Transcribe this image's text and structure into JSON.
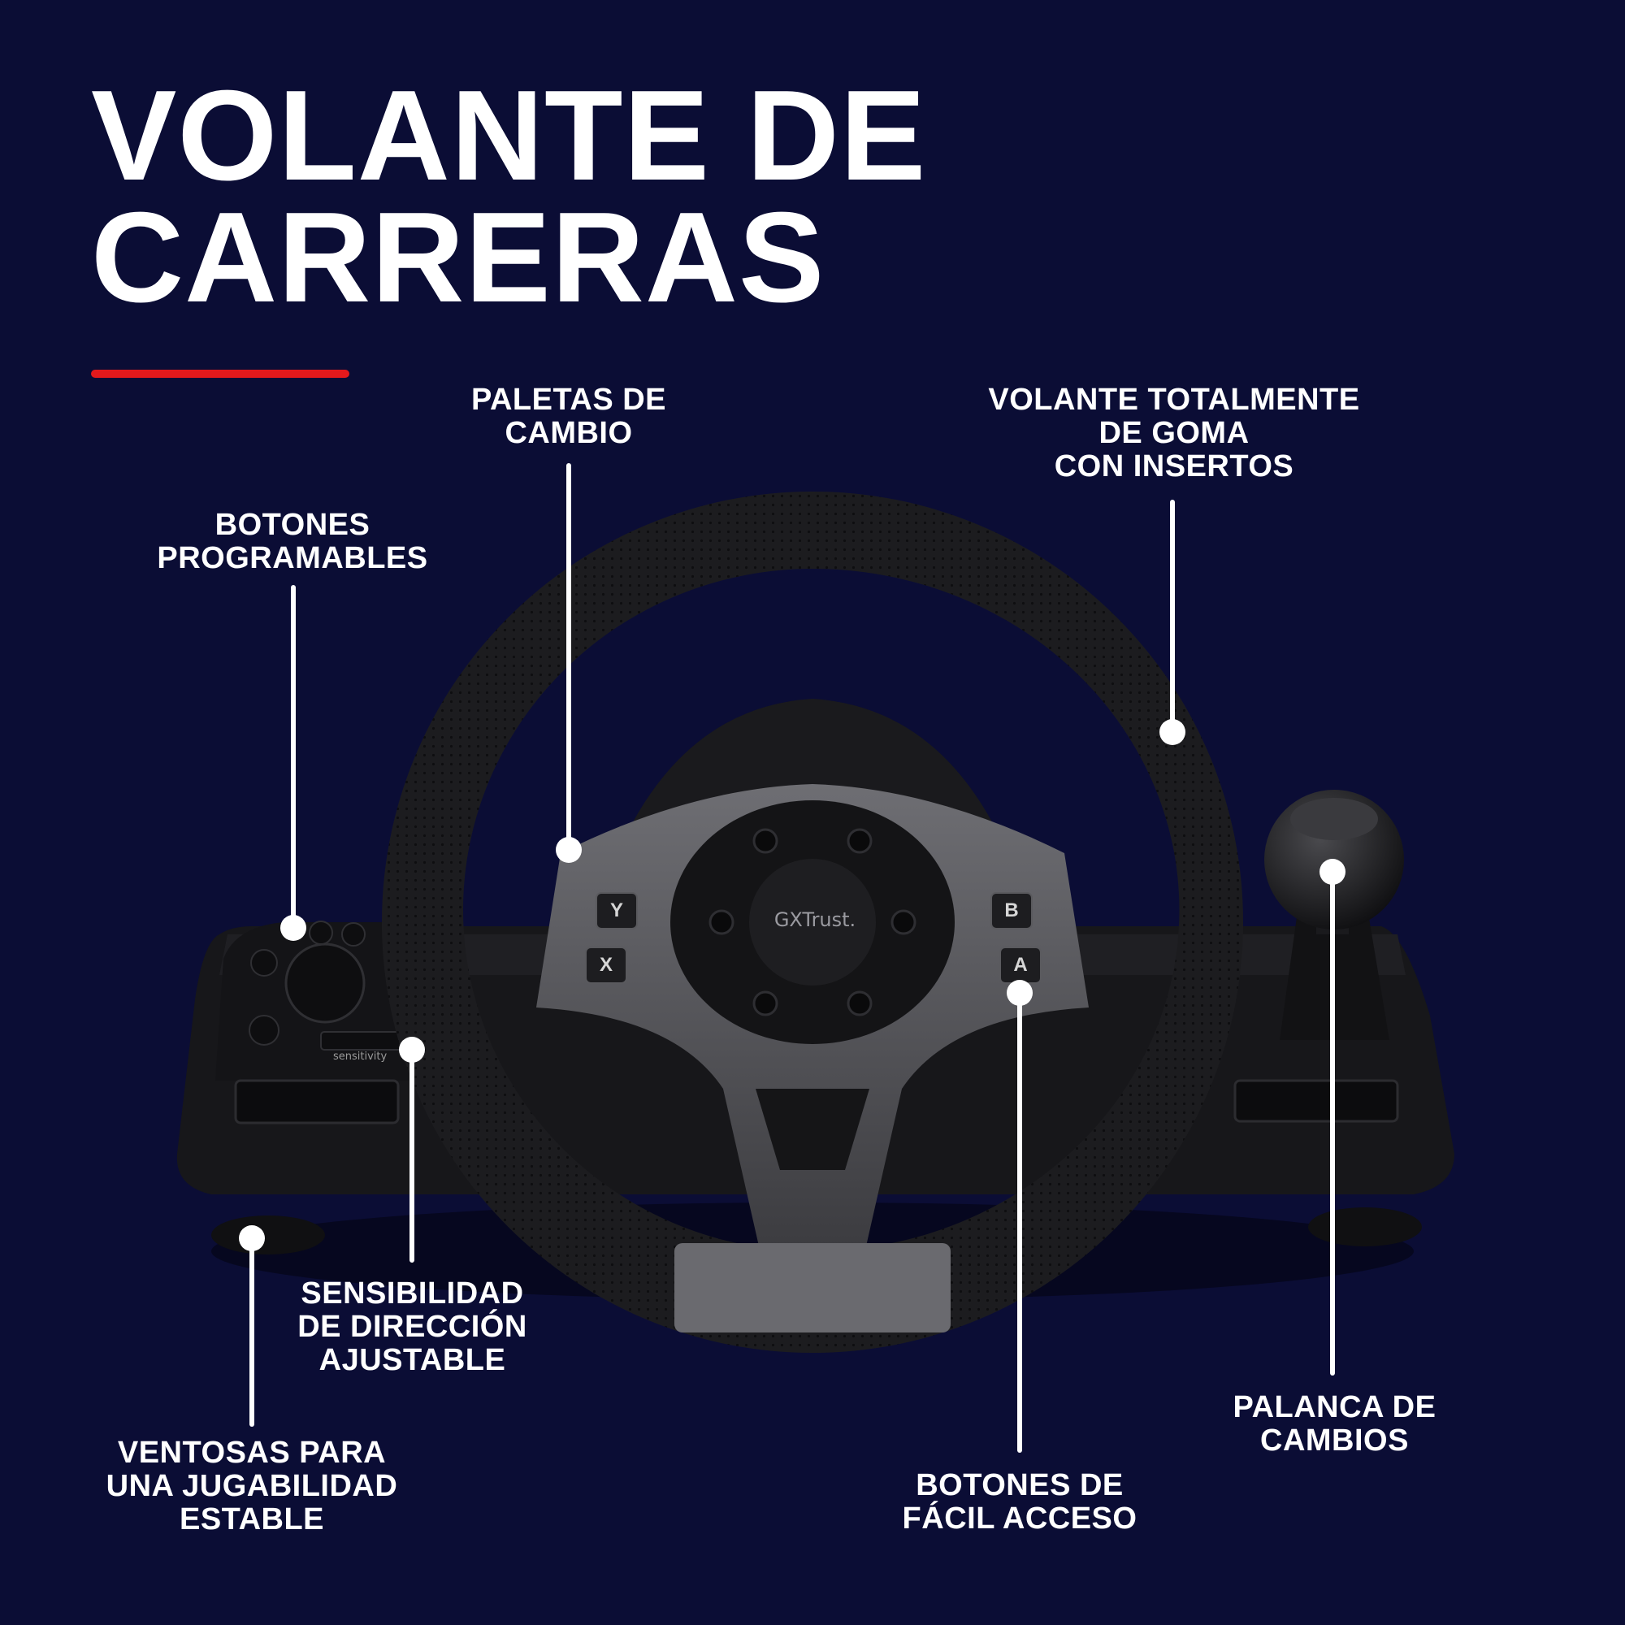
{
  "title": {
    "line1": "VOLANTE DE",
    "line2": "CARRERAS"
  },
  "colors": {
    "background": "#0b0d35",
    "accent": "#e3191c",
    "text": "#ffffff"
  },
  "callouts": {
    "paddles": {
      "line1": "PALETAS DE",
      "line2": "CAMBIO"
    },
    "rubber_wheel": {
      "line1": "VOLANTE TOTALMENTE",
      "line2": "DE GOMA",
      "line3": "CON INSERTOS"
    },
    "programmable_buttons": {
      "line1": "BOTONES",
      "line2": "PROGRAMABLES"
    },
    "sensitivity": {
      "line1": "SENSIBILIDAD",
      "line2": "DE DIRECCIÓN",
      "line3": "AJUSTABLE"
    },
    "suction_cups": {
      "line1": "VENTOSAS PARA",
      "line2": "UNA JUGABILIDAD",
      "line3": "ESTABLE"
    },
    "easy_buttons": {
      "line1": "BOTONES DE",
      "line2": "FÁCIL ACCESO"
    },
    "gear_lever": {
      "line1": "PALANCA DE",
      "line2": "CAMBIOS"
    }
  },
  "product": {
    "brand_logo": "GXTrust.",
    "face_buttons": {
      "y": "Y",
      "x": "X",
      "b": "B",
      "a": "A"
    },
    "sensitivity_label": "sensitivity"
  }
}
